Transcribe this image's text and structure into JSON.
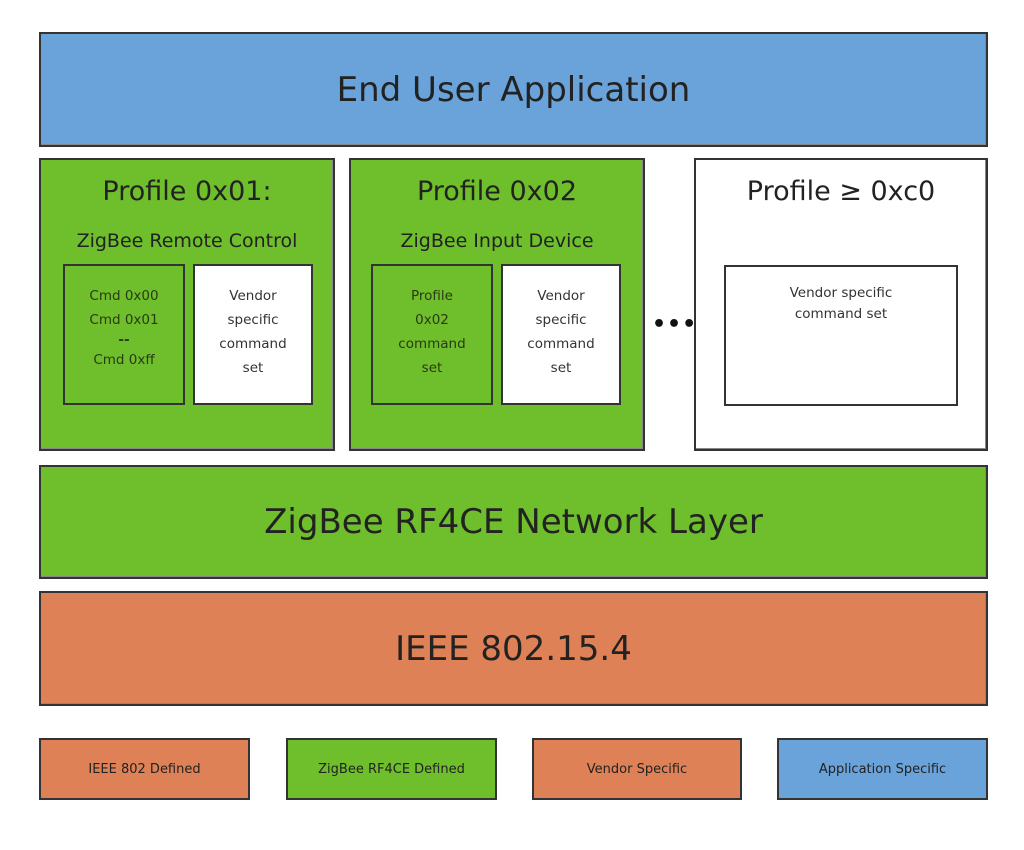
{
  "colors": {
    "application": "#6aa3d9",
    "zigbee": "#6ebf2b",
    "ieee": "#de8157",
    "vendor": "#ffffff",
    "border": "#333333"
  },
  "layers": {
    "application": "End User Application",
    "network": "ZigBee RF4CE Network Layer",
    "mac": "IEEE 802.15.4"
  },
  "profiles": [
    {
      "title": "Profile 0x01:",
      "subtitle": "ZigBee Remote Control",
      "command_set_lines": [
        "Cmd 0x00",
        "Cmd 0x01",
        "--",
        "Cmd 0xff"
      ],
      "vendor_lines": [
        "Vendor",
        "specific",
        "command",
        "set"
      ]
    },
    {
      "title": "Profile 0x02",
      "subtitle": "ZigBee Input Device",
      "command_set_lines": [
        "Profile",
        "0x02",
        "command",
        "set"
      ],
      "vendor_lines": [
        "Vendor",
        "specific",
        "command",
        "set"
      ]
    },
    {
      "title": "Profile ≥ 0xc0",
      "vendor_lines": [
        "Vendor specific",
        "command set"
      ]
    }
  ],
  "ellipsis": "•••",
  "legend": [
    {
      "label": "IEEE 802 Defined",
      "color": "#de8157"
    },
    {
      "label": "ZigBee RF4CE Defined",
      "color": "#6ebf2b"
    },
    {
      "label": "Vendor Specific",
      "color": "#de8157"
    },
    {
      "label": "Application Specific",
      "color": "#6aa3d9"
    }
  ]
}
